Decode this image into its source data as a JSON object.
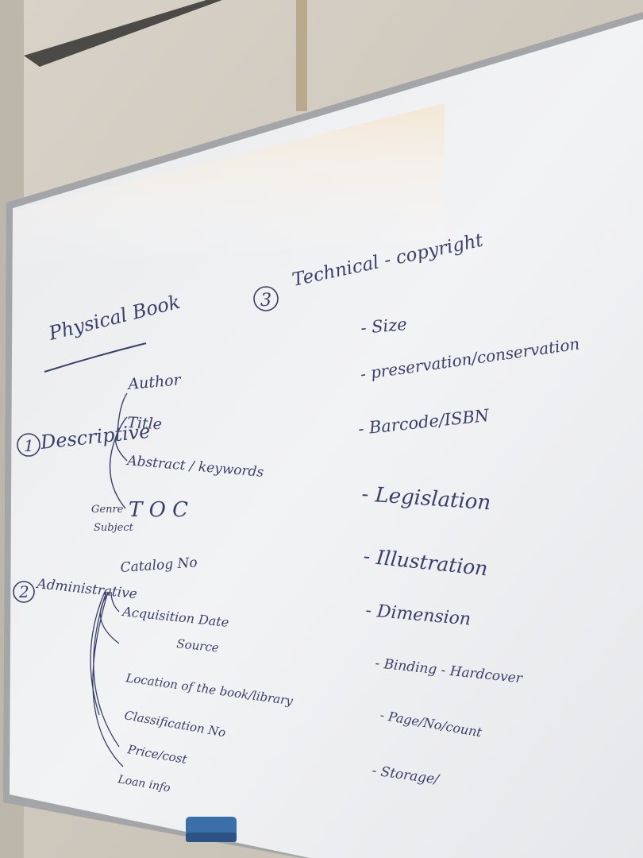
{
  "scene": {
    "description_labels": {
      "wall": "wall",
      "whiteboard": "whiteboard",
      "eraser": "eraser"
    }
  },
  "board": {
    "left": {
      "heading": "Physical Book",
      "descriptive": {
        "number": "1",
        "title": "Descriptive",
        "items": [
          "Author",
          "Title",
          "Abstract / keywords",
          "T O C"
        ],
        "side_note": [
          "Genre",
          "Subject"
        ]
      },
      "administrative": {
        "number": "2",
        "title": "Administrative",
        "items": [
          "Catalog No",
          "Acquisition Date",
          "Source",
          "Location of the book/library",
          "Classification No",
          "Price/cost",
          "Loan info"
        ]
      }
    },
    "right": {
      "number": "3",
      "title": "Technical - copyright",
      "items": [
        "- Size",
        "- preservation/conservation",
        "- Barcode/ISBN",
        "- Legislation",
        "- Illustration",
        "- Dimension",
        "- Binding - Hardcover",
        "- Page/No/count",
        "- Storage/"
      ]
    }
  },
  "colors": {
    "wall": "#cfc9bf",
    "board": "#eeeff1",
    "frame": "#a8aaad",
    "ink": "#3a3f6a",
    "eraser": "#3a6fa8"
  }
}
